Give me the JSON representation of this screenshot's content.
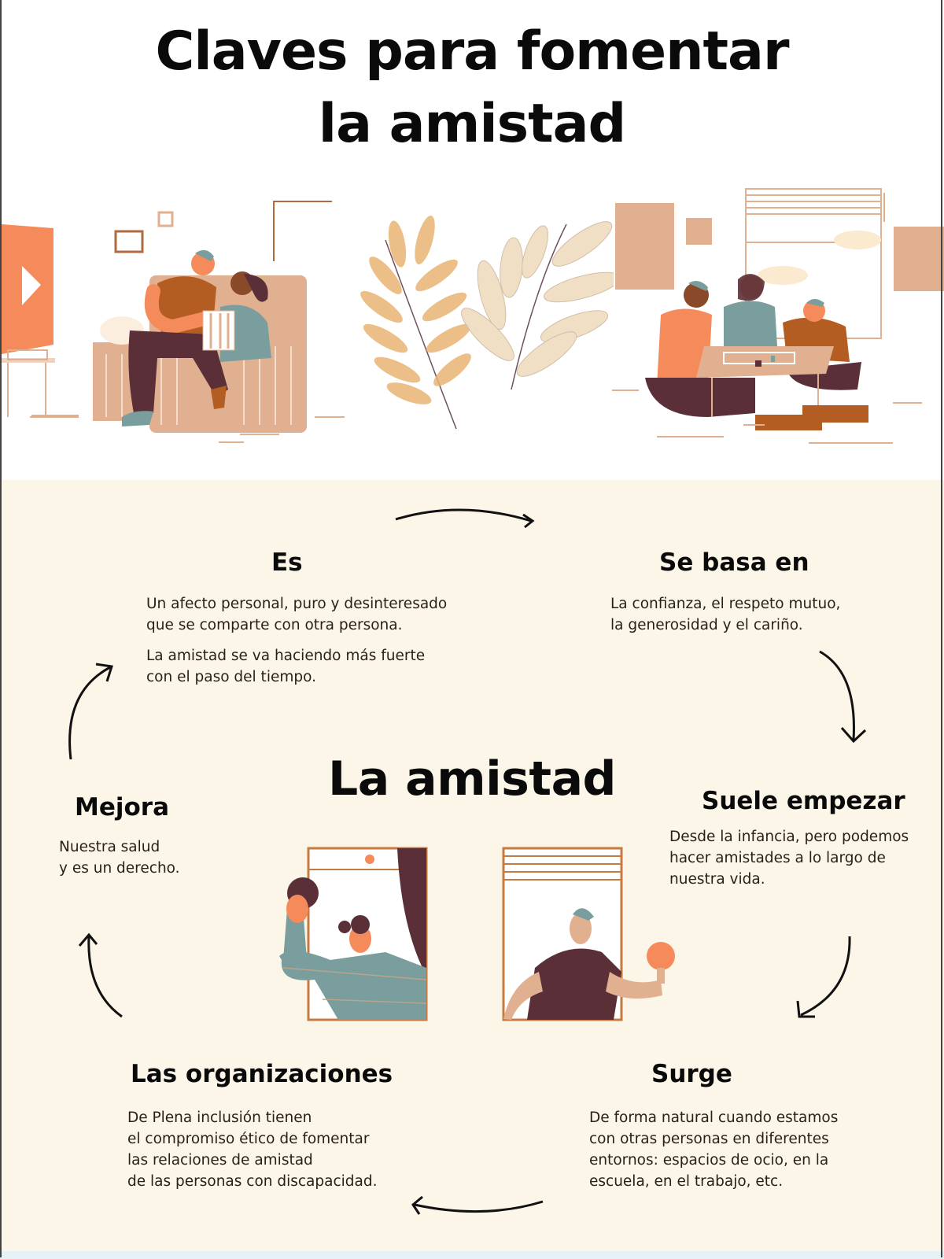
{
  "header": {
    "title": "Claves para fomentar la amistad"
  },
  "illustrations": {
    "left": "couple-watching-tv-on-sofa",
    "center": "watercolor-leaves",
    "right": "friends-playing-board-game",
    "middle_left": "woman-in-window-throwing-ball",
    "middle_right": "man-in-window-with-paddle"
  },
  "cycle": {
    "center_title": "La amistad",
    "items": [
      {
        "title": "Es",
        "text": "Un afecto personal, puro y desinteresado\nque se comparte con otra persona.",
        "text2": "La amistad se va haciendo más fuerte\ncon el paso del tiempo."
      },
      {
        "title": "Se basa en",
        "text": "La confianza, el respeto mutuo,\nla generosidad y el cariño."
      },
      {
        "title": "Suele empezar",
        "text": "Desde la infancia, pero podemos\nhacer amistades a lo largo de\nnuestra vida."
      },
      {
        "title": "Surge",
        "text": "De forma natural cuando estamos\ncon otras personas en diferentes\nentornos: espacios de ocio, en la\nescuela, en el trabajo, etc."
      },
      {
        "title": "Las organizaciones",
        "text": "De Plena inclusión tienen\nel compromiso ético  de fomentar\nlas relaciones de amistad\nde las personas con discapacidad."
      },
      {
        "title": "Mejora",
        "text": "Nuestra salud\ny es un derecho."
      }
    ],
    "arrows": [
      "arrow-es-to-se-basa",
      "arrow-se-basa-to-suele",
      "arrow-suele-to-surge",
      "arrow-surge-to-organizaciones",
      "arrow-organizaciones-to-mejora",
      "arrow-mejora-to-es"
    ]
  },
  "colors": {
    "background_top": "#ffffff",
    "background_bottom": "#fcf6e8",
    "accent_orange": "#f58a5b",
    "tan": "#e1b090",
    "brown": "#b35d22",
    "dark_plum": "#5a2f37",
    "teal": "#7a9e9e"
  }
}
